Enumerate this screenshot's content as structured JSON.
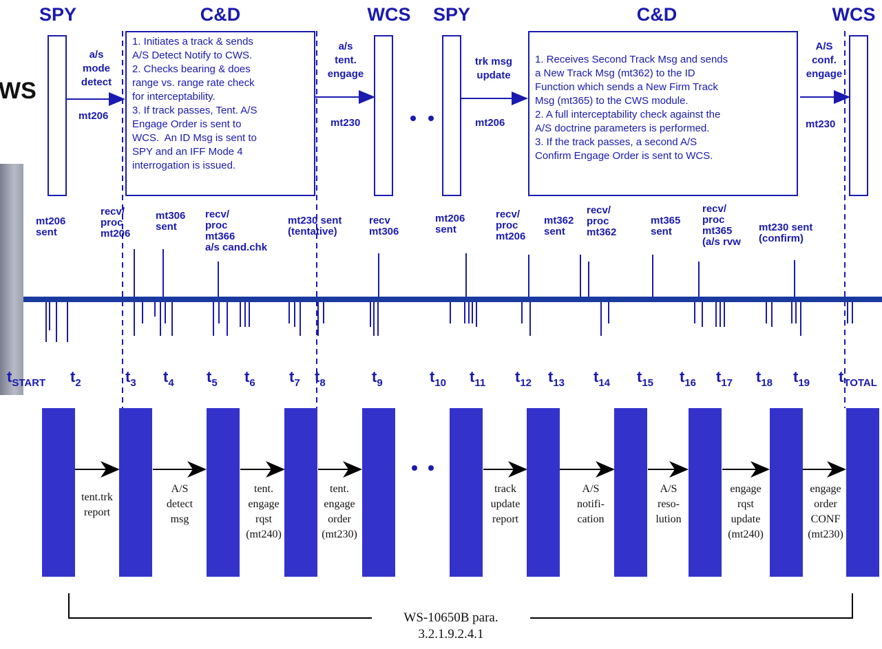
{
  "headers": [
    "SPY",
    "C&D",
    "WCS",
    "SPY",
    "C&D",
    "WCS"
  ],
  "left_fragment": "WS",
  "top_arrows": [
    {
      "label": "a/s\nmode\ndetect",
      "mt": "mt206"
    },
    {
      "label": "a/s\ntent.\nengage",
      "mt": "mt230"
    },
    {
      "label": "trk msg\nupdate",
      "mt": "mt206"
    },
    {
      "label": "A/S\nconf.\nengage",
      "mt": "mt230"
    }
  ],
  "note_box_1": [
    "1. Initiates a track & sends",
    "A/S Detect Notify to CWS.",
    "2. Checks bearing & does",
    "range vs. range rate check",
    "for interceptability.",
    "3. If track passes, Tent. A/S",
    "Engage Order is sent to",
    "WCS.  An ID Msg is sent to",
    "SPY and an IFF Mode 4",
    "interrogation is issued."
  ],
  "note_box_2": [
    "1. Receives Second Track Msg and sends",
    "a New Track Msg (mt362) to the ID",
    "Function which sends a New Firm Track",
    "Msg (mt365) to the CWS module.",
    "2. A full interceptability check against the",
    "A/S doctrine parameters is performed.",
    "3. If the track passes, a second A/S",
    "Confirm Engage Order is sent to WCS."
  ],
  "ellipsis": "• •",
  "events": [
    "mt206\nsent",
    "recv/\nproc\nmt206",
    "mt306\nsent",
    "recv/\nproc\nmt366\na/s cand.chk",
    "mt230 sent\n(tentative)",
    "recv\nmt306",
    "mt206\nsent",
    "recv/\nproc\nmt206",
    "mt362\nsent",
    "recv/\nproc\nmt362",
    "mt365\nsent",
    "recv/\nproc\nmt365\n(a/s rvw",
    "mt230 sent\n(confirm)"
  ],
  "time_labels": [
    {
      "t": "t",
      "sub": "START"
    },
    {
      "t": "t",
      "sub": "2"
    },
    {
      "t": "t",
      "sub": "3"
    },
    {
      "t": "t",
      "sub": "4"
    },
    {
      "t": "t",
      "sub": "5"
    },
    {
      "t": "t",
      "sub": "6"
    },
    {
      "t": "t",
      "sub": "7"
    },
    {
      "t": "t",
      "sub": "8"
    },
    {
      "t": "t",
      "sub": "9"
    },
    {
      "t": "t",
      "sub": "10"
    },
    {
      "t": "t",
      "sub": "11"
    },
    {
      "t": "t",
      "sub": "12"
    },
    {
      "t": "t",
      "sub": "13"
    },
    {
      "t": "t",
      "sub": "14"
    },
    {
      "t": "t",
      "sub": "15"
    },
    {
      "t": "t",
      "sub": "16"
    },
    {
      "t": "t",
      "sub": "17"
    },
    {
      "t": "t",
      "sub": "18"
    },
    {
      "t": "t",
      "sub": "19"
    },
    {
      "t": "t",
      "sub": "TOTAL"
    }
  ],
  "steps": [
    "tent.trk\nreport",
    "A/S\ndetect\nmsg",
    "tent.\nengage\nrqst\n(mt240)",
    "tent.\nengage\norder\n(mt230)",
    "track\nupdate\nreport",
    "A/S\nnotifi-\ncation",
    "A/S\nreso-\nlution",
    "engage\nrqst\nupdate\n(mt240)",
    "engage\norder\nCONF\n(mt230)"
  ],
  "bracket_label": "WS-10650B para.\n3.2.1.9.2.4.1",
  "colors": {
    "blue": "#1a1aaf",
    "bar": "#3333cc",
    "timeline": "#1a3aa0"
  }
}
